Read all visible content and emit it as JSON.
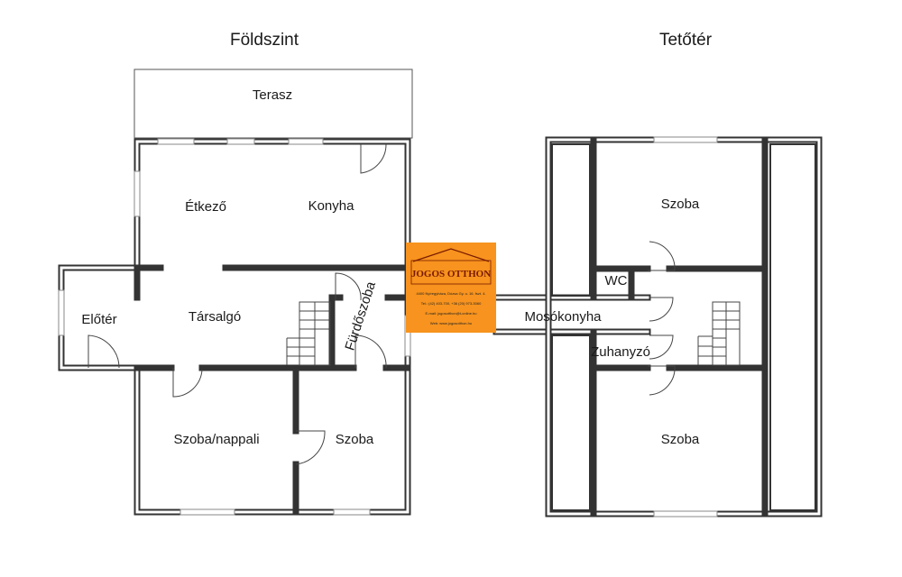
{
  "titles": {
    "ground": "Földszint",
    "attic": "Tetőtér"
  },
  "ground_rooms": {
    "terrace": "Terasz",
    "dining": "Étkező",
    "kitchen": "Konyha",
    "hall": "Előtér",
    "lounge": "Társalgó",
    "bathroom": "Fürdőszoba",
    "living": "Szoba/nappali",
    "room": "Szoba"
  },
  "attic_rooms": {
    "room_top": "Szoba",
    "wc": "WC",
    "laundry": "Mosókonyha",
    "shower": "Zuhanyzó",
    "room_bottom": "Szoba"
  },
  "logo": {
    "name": "JOGOS OTTHON",
    "line1": "4400 Nyíregyháza, Dózsa Gy. u. 16. fszt. 4.",
    "line2": "Tel.: (42) 403-700, +36 (20) 973-3060",
    "line3": "E-mail: jogosotthon@t-online.hu",
    "line4": "Web: www.jogosotthon.hu"
  },
  "colors": {
    "logo_background": "#f7931e",
    "walls": "#333333"
  }
}
